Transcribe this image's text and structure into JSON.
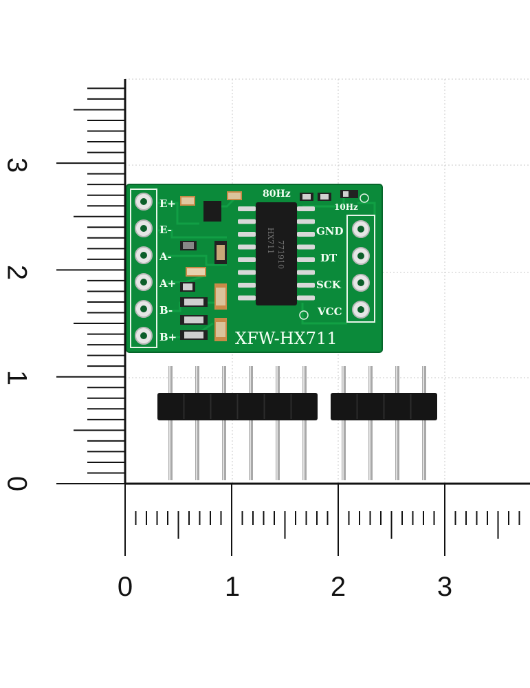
{
  "rulers": {
    "vertical_labels": [
      "3",
      "2",
      "1",
      "0"
    ],
    "horizontal_labels": [
      "0",
      "1",
      "2",
      "3"
    ]
  },
  "board": {
    "name": "XFW-HX711",
    "chip_label_line1": "HX711",
    "chip_label_line2": "771910",
    "rate_80": "80Hz",
    "rate_10": "10Hz",
    "left_pins": [
      "E+",
      "E-",
      "A-",
      "A+",
      "B-",
      "B+"
    ],
    "right_pins": [
      "GND",
      "DT",
      "SCK",
      "VCC"
    ],
    "color": "#0b8a3a"
  },
  "headers": {
    "group_a_pins": 6,
    "group_b_pins": 4
  }
}
